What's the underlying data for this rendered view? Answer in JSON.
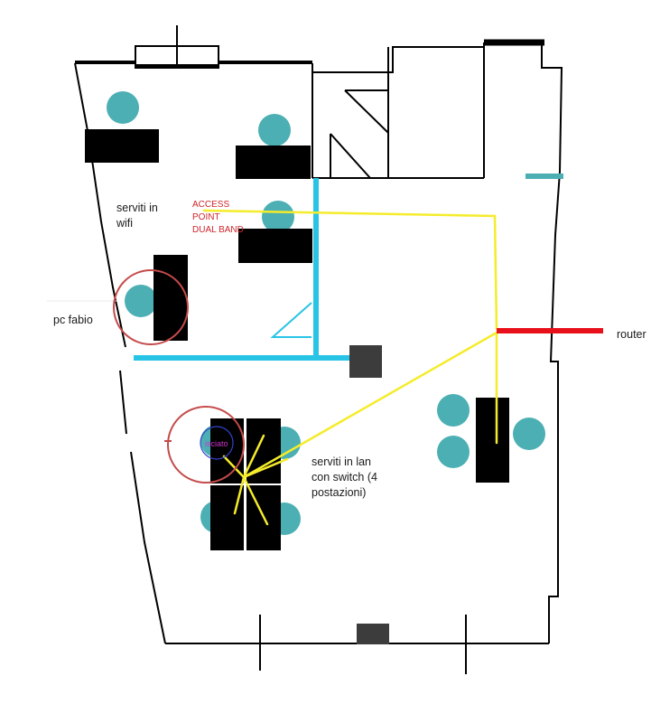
{
  "labels": {
    "wifi_zone": [
      "serviti in",
      "wifi"
    ],
    "access_point": [
      "ACCESS",
      "POINT",
      "DUAL BAND"
    ],
    "pc_fabio": "pc fabio",
    "router": "router",
    "lan_zone": [
      "serviti in lan",
      "con switch (4",
      "postazioni)"
    ],
    "cable_tag": "isciato"
  },
  "colors": {
    "wall": "#000000",
    "desk": "#000000",
    "person": "#4bafb3",
    "wifi_partition": "#27c4e6",
    "network_cable": "#f5ec2b",
    "router_link": "#e8111b",
    "highlight_circle": "#c54a4a",
    "access_point_text": "#d0242b",
    "column": "#3c3c3c"
  }
}
